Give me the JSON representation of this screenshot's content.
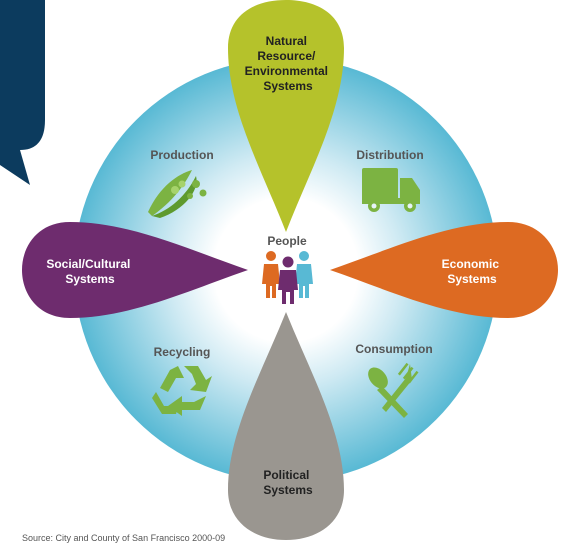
{
  "center": {
    "label": "People"
  },
  "petals": {
    "top": {
      "lines": [
        "Natural",
        "Resource/",
        "Environmental",
        "Systems"
      ],
      "color": "#b5c22b"
    },
    "left": {
      "lines": [
        "Social/Cultural",
        "Systems"
      ],
      "color": "#6e2c6e"
    },
    "right": {
      "lines": [
        "Economic",
        "Systems"
      ],
      "color": "#dd6a22"
    },
    "bottom": {
      "lines": [
        "Political",
        "Systems"
      ],
      "color": "#9a9690"
    }
  },
  "quadrants": {
    "production": {
      "label": "Production",
      "icon": "peapod-icon"
    },
    "distribution": {
      "label": "Distribution",
      "icon": "truck-icon"
    },
    "recycling": {
      "label": "Recycling",
      "icon": "recycle-icon"
    },
    "consumption": {
      "label": "Consumption",
      "icon": "fork-spoon-icon"
    }
  },
  "source": "Source: City and County of San Francisco 2000-09",
  "colors": {
    "circle_outer": "#58b9d4",
    "circle_inner": "#ffffff",
    "icon_green": "#7cb342",
    "panel_navy": "#0c3b5e"
  }
}
